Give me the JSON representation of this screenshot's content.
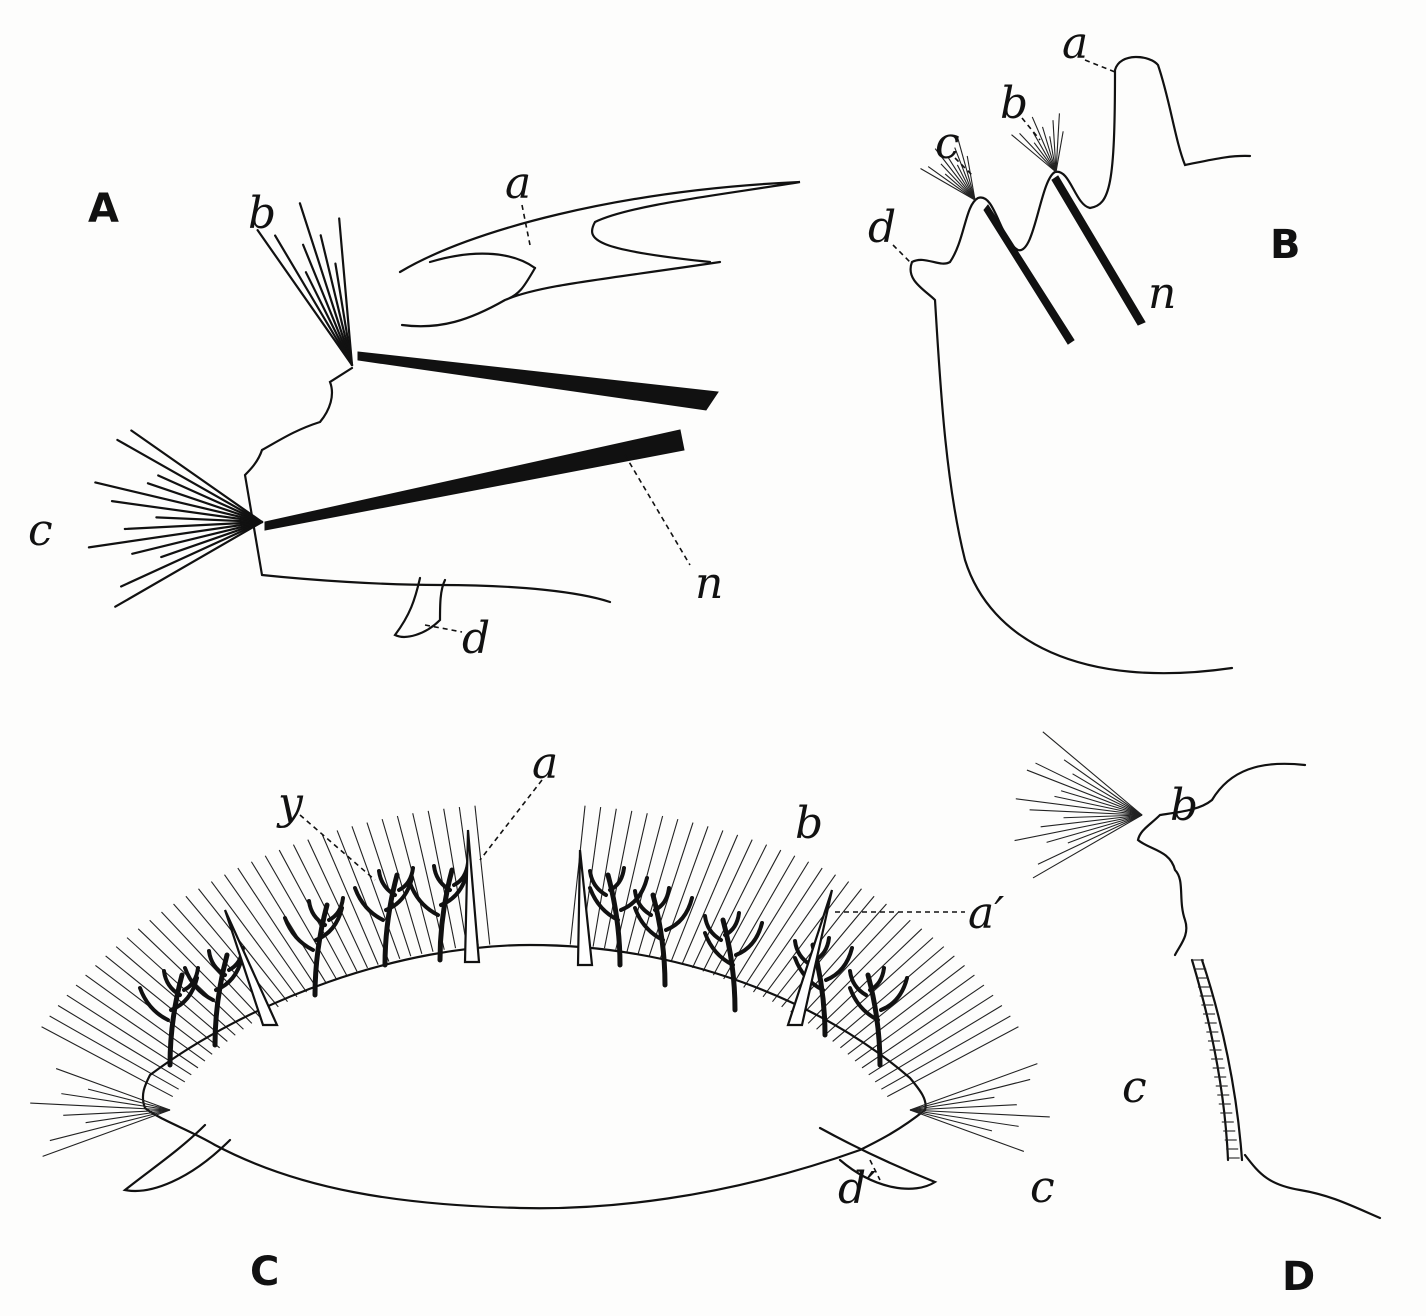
{
  "panels": {
    "A": {
      "title": "A",
      "labels": {
        "a": "a",
        "b": "b",
        "c": "c",
        "d": "d",
        "n": "n"
      }
    },
    "B": {
      "title": "B",
      "labels": {
        "a": "a",
        "b": "b",
        "c": "c",
        "d": "d",
        "n": "n"
      }
    },
    "C": {
      "title": "C",
      "labels": {
        "y": "y",
        "a": "a",
        "b": "b",
        "a_prime": "a′",
        "c": "c",
        "d_prime": "d′"
      }
    },
    "D": {
      "title": "D",
      "labels": {
        "b": "b",
        "c": "c"
      }
    }
  }
}
